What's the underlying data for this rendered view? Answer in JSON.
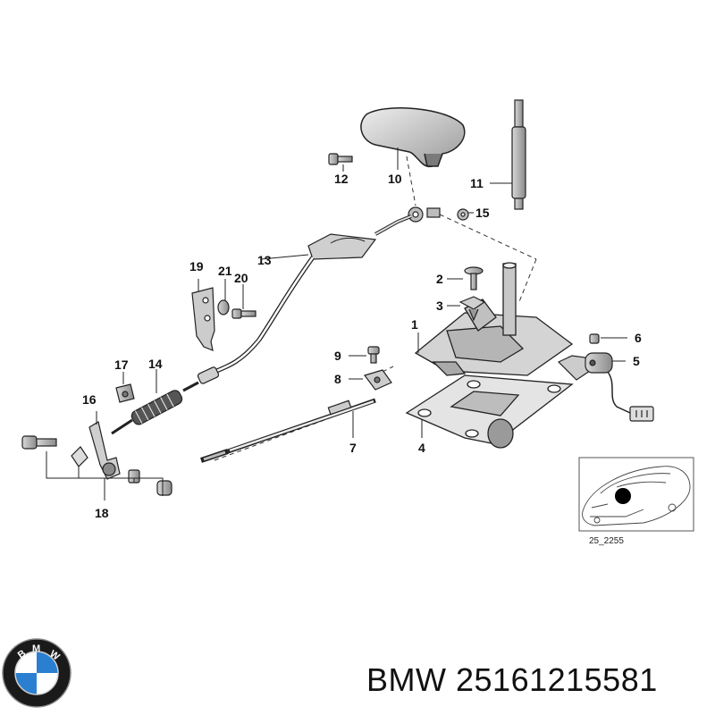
{
  "brand": {
    "name": "BMW",
    "logo_letters": "BMW",
    "colors": {
      "ring": "#1a1a1a",
      "blue": "#2b7fd0",
      "white": "#ffffff"
    }
  },
  "part_number": "25161215581",
  "inset_caption": "25_2255",
  "callouts": [
    "1",
    "2",
    "3",
    "4",
    "5",
    "6",
    "7",
    "8",
    "9",
    "10",
    "11",
    "12",
    "13",
    "14",
    "15",
    "16",
    "17",
    "18",
    "19",
    "20",
    "21"
  ]
}
